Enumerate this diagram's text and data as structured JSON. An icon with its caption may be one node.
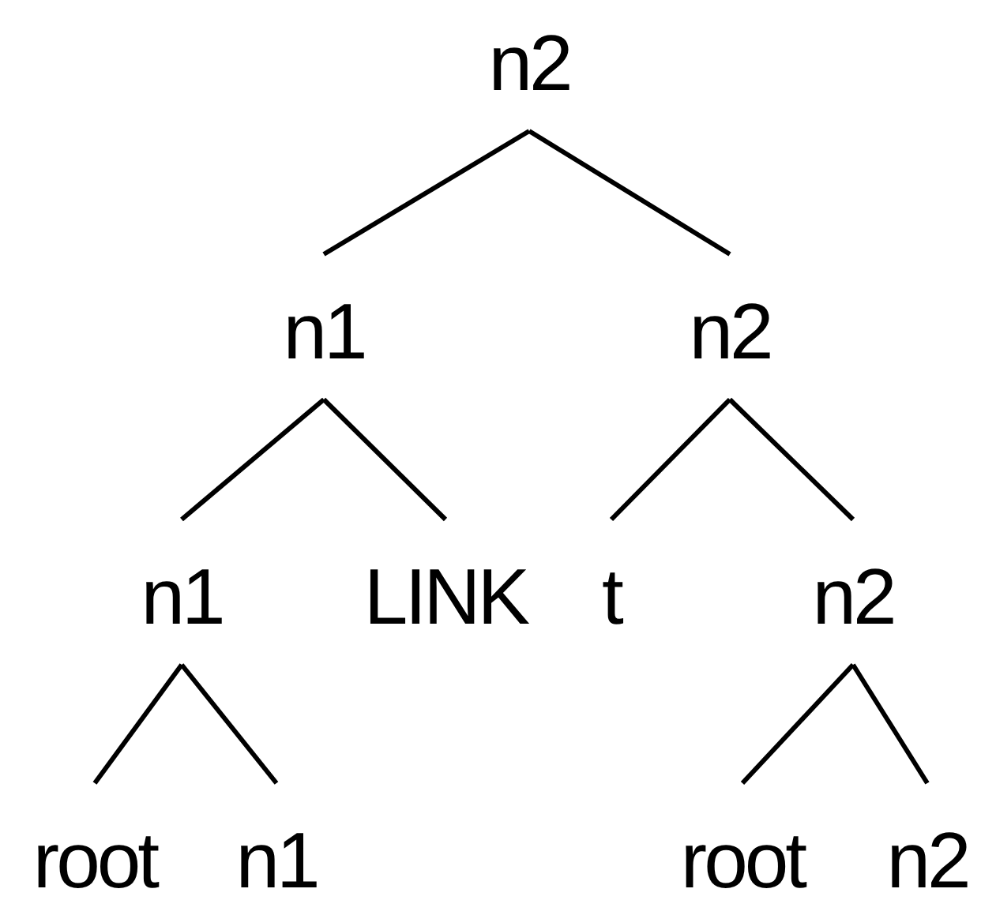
{
  "diagram": {
    "nodes": [
      {
        "text": [
          "n2"
        ]
      },
      {
        "text": [
          "n1"
        ]
      },
      {
        "text": [
          "n2"
        ]
      },
      {
        "text": [
          "n1"
        ]
      },
      {
        "text": [
          "LINK"
        ]
      },
      {
        "text": [
          "t"
        ]
      },
      {
        "text": [
          "n2"
        ]
      },
      {
        "text": [
          "root"
        ]
      },
      {
        "text": [
          "n1"
        ]
      },
      {
        "text": [
          "root"
        ]
      },
      {
        "text": [
          "n2"
        ]
      }
    ],
    "edges": [
      {
        "from": 0,
        "to": 1,
        "arrow": "none"
      },
      {
        "from": 0,
        "to": 2,
        "arrow": "none"
      },
      {
        "from": 1,
        "to": 3,
        "arrow": "none"
      },
      {
        "from": 1,
        "to": 4,
        "arrow": "none"
      },
      {
        "from": 2,
        "to": 5,
        "arrow": "none"
      },
      {
        "from": 2,
        "to": 6,
        "arrow": "none"
      },
      {
        "from": 3,
        "to": 7,
        "arrow": "none"
      },
      {
        "from": 3,
        "to": 8,
        "arrow": "none"
      },
      {
        "from": 6,
        "to": 9,
        "arrow": "none"
      },
      {
        "from": 6,
        "to": 10,
        "arrow": "none"
      }
    ]
  }
}
